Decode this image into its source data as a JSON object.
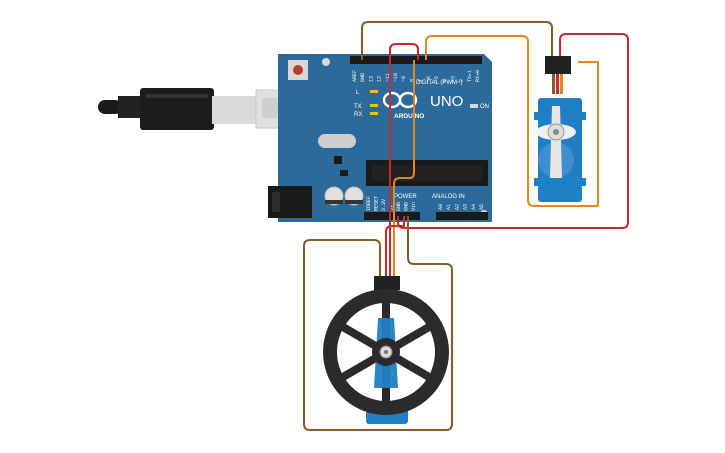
{
  "board": {
    "model_text": "UNO",
    "brand_text": "ARDUINO",
    "digital_header": "DIGITAL (PWM~)",
    "analog_header": "ANALOG IN",
    "power_header": "POWER",
    "on_label": "ON",
    "l_label": "L",
    "tx_label": "TX",
    "rx_label": "RX",
    "top_pins": [
      "AREF",
      "GND",
      "13",
      "12",
      "~11",
      "~10",
      "~9",
      "8",
      "7",
      "~6",
      "~5",
      "4",
      "~3",
      "2",
      "TX▸1",
      "RX◂0"
    ],
    "power_pins": [
      "IOREF",
      "RESET",
      "3.3V",
      "5V",
      "GND",
      "GND",
      "Vin"
    ],
    "analog_pins": [
      "A0",
      "A1",
      "A2",
      "A3",
      "A4",
      "A5"
    ]
  },
  "colors": {
    "board": "#2b6a9a",
    "wire_brown": "#8b5a2b",
    "wire_red": "#c8282e",
    "wire_orange": "#e08a1e",
    "servo_blue": "#1f7fc4",
    "wheel": "#2b2b2b"
  }
}
